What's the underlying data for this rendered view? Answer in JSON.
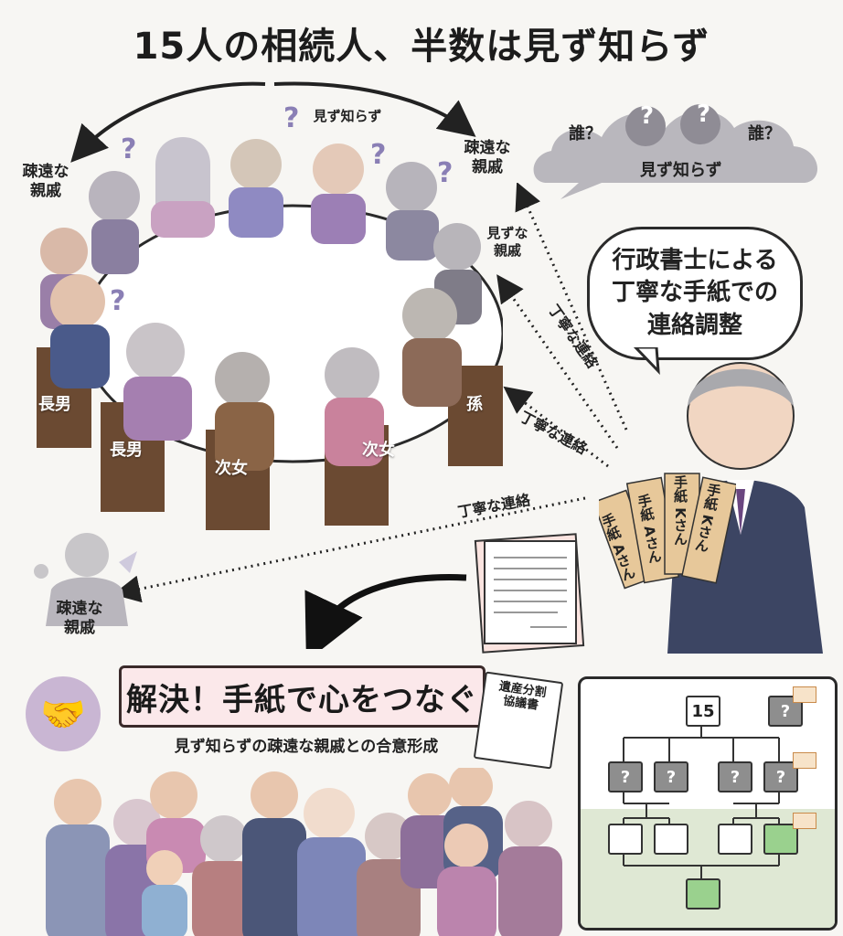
{
  "title": "15人の相続人、半数は見ず知らず",
  "labels": {
    "left_relatives": "疎遠な\n親戚",
    "right_relatives": "疎遠な\n親戚",
    "unknown_top": "見ず知らず",
    "unknown_right": "見ずな\n親戚",
    "cloud_who_left": "誰？",
    "cloud_who_right": "誰？",
    "cloud_unknown": "見ず知らず",
    "bottom_left_relatives": "疎遠な\n親戚"
  },
  "chair_labels": {
    "eldest_son_1": "長男",
    "eldest_son_2": "長男",
    "second_daughter_1": "次女",
    "second_daughter_2": "次女",
    "grandchild": "孫"
  },
  "speech_bubble": [
    "行政書士による",
    "丁寧な手紙での",
    "連絡調整"
  ],
  "contact_labels": {
    "c1": "丁寧な連絡",
    "c2": "丁寧な連絡",
    "c3": "丁寧な連絡"
  },
  "envelopes": [
    "手紙 Aさん",
    "手紙 Aさん",
    "手紙 Kさん",
    "手紙 Kさん"
  ],
  "banner": "解決！手紙で心をつなぐ",
  "subtitle": "見ず知らずの疎遠な親戚との合意形成",
  "document_title": "遺産分割\n協議書",
  "tree": {
    "top_node": "15",
    "q": "?"
  },
  "colors": {
    "banner_bg": "#fbe8ea",
    "tree_green": "#dfe8d4",
    "node_green": "#9ad18e",
    "cloud_gray": "#b9b7bd",
    "envelope": "#e7c89a"
  }
}
